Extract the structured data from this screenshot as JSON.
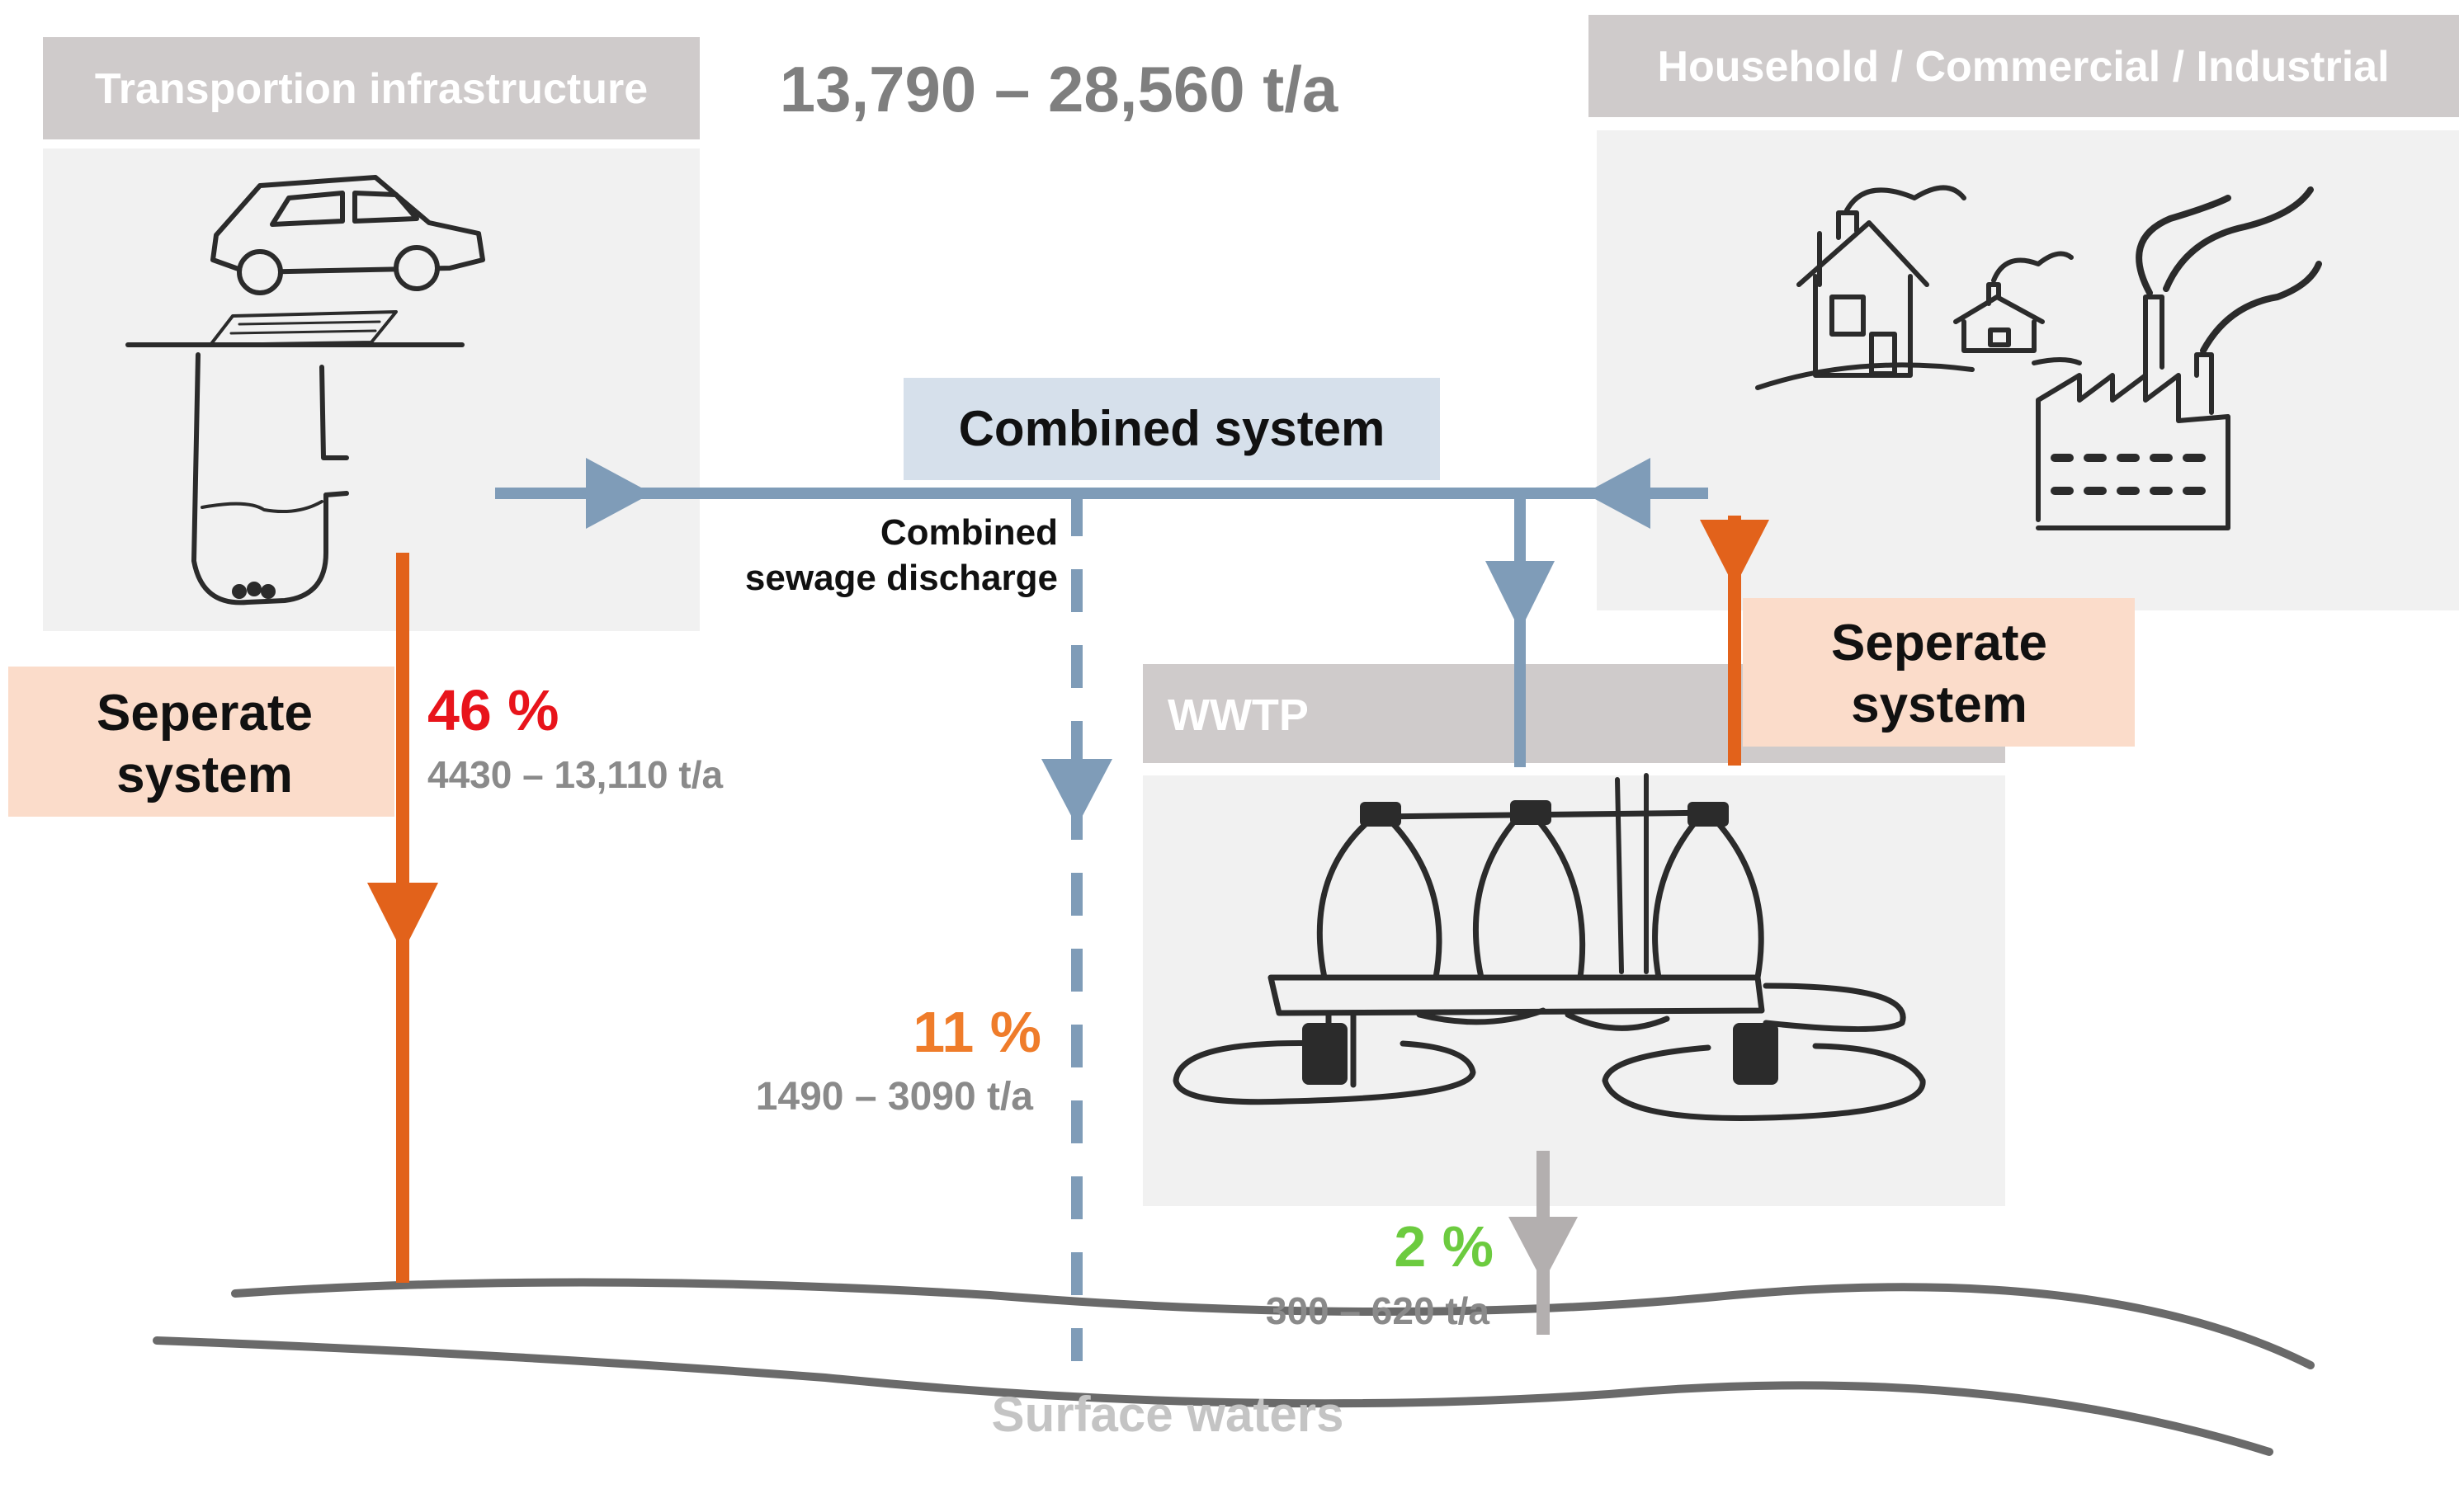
{
  "total": "13,790 – 28,560 t/a",
  "sources": {
    "transport": "Transportion infrastructure",
    "household": "Household / Commercial / Industrial"
  },
  "systems": {
    "combined": "Combined system",
    "csd_line1": "Combined",
    "csd_line2": "sewage discharge",
    "separate_left_line1": "Seperate",
    "separate_left_line2": "system",
    "separate_right_line1": "Seperate",
    "separate_right_line2": "system",
    "wwtp": "WWTP"
  },
  "flows": {
    "separate": {
      "percent": "46 %",
      "range": "4430 – 13,110 t/a"
    },
    "csd": {
      "percent": "11 %",
      "range": "1490 – 3090 t/a"
    },
    "wwtp": {
      "percent": "2 %",
      "range": "300 – 620 t/a"
    }
  },
  "sink": "Surface waters",
  "colors": {
    "orange": "#E2621B",
    "blue": "#7F9CB8",
    "red": "#E8141B",
    "orange_text": "#EF7C2A",
    "green": "#6CCB3F",
    "grey_text": "#8A8A8A",
    "label_grey": "#CFCBCB",
    "label_blue": "#D6E0EB",
    "label_peach": "#FBDCCA",
    "panel": "#F1F1F1"
  }
}
